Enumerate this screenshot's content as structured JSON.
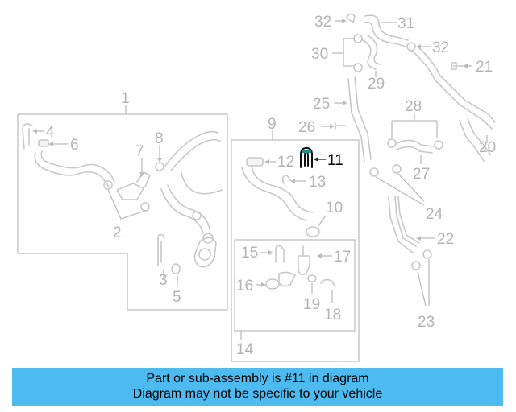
{
  "callouts": {
    "c1": "1",
    "c2": "2",
    "c3": "3",
    "c4": "4",
    "c5": "5",
    "c6": "6",
    "c7": "7",
    "c8": "8",
    "c9": "9",
    "c10": "10",
    "c11": "11",
    "c12": "12",
    "c13": "13",
    "c14": "14",
    "c15": "15",
    "c16": "16",
    "c17": "17",
    "c18": "18",
    "c19": "19",
    "c20": "20",
    "c21": "21",
    "c22": "22",
    "c23": "23",
    "c24": "24",
    "c25": "25",
    "c26": "26",
    "c27": "27",
    "c28": "28",
    "c29": "29",
    "c30": "30",
    "c31": "31",
    "c32a": "32",
    "c32b": "32"
  },
  "highlight": {
    "part": "11",
    "color": "#2b8a8a"
  },
  "banner": {
    "line1": "Part or sub-assembly is #11 in diagram",
    "line2": "Diagram may not be specific to your vehicle",
    "color": "#4dbbf0"
  }
}
